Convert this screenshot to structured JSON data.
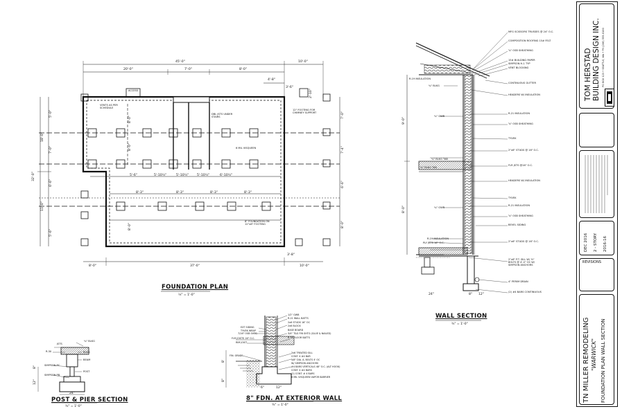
{
  "drawings": {
    "foundation_plan": {
      "title": "FOUNDATION PLAN",
      "scale": "¼\" = 1'-0\"",
      "dims_top": [
        "45'-0\"",
        "10'-0\"",
        "20'-0\"",
        "7'-0\"",
        "8'-0\"",
        "4'-8\"",
        "3'-6\"",
        "2'-10\""
      ],
      "dims_bottom": [
        "8'-0\"",
        "37'-0\"",
        "10'-0\"",
        "3'-8\""
      ],
      "dims_left": [
        "18'-0\"",
        "32'-0\"",
        "5'-0\"",
        "7'-0\"",
        "6'-6\"",
        "11'-0\"",
        "5'-6\""
      ],
      "dims_right": [
        "7'-0\"",
        "7'-4\"",
        "6'-6\"",
        "8'-0\""
      ],
      "dims_inner": [
        "5'-6\"",
        "5'-10½\"",
        "5'-10½\"",
        "5'-10½\"",
        "6'-10½\"",
        "8'-3\"",
        "8'-3\"",
        "8'-3\"",
        "8'-3\"",
        "8'-0\"",
        "8'-0\"",
        "8'-0\""
      ],
      "notes": [
        "VENTS AS PER SCHEDULE",
        "ACCESS",
        "DBL JSTS UNDER STAIRS",
        "12\" FOOTING FOR CHIMNEY SUPPORT",
        "6 MIL VISQUEEN",
        "8\" FOUNDATION ON 12\"x8\" FOOTING"
      ]
    },
    "wall_section": {
      "title": "WALL SECTION",
      "scale": "¾\" = 1'-0\"",
      "dims_left": [
        "9'-0\"",
        "8'-0\""
      ],
      "notes_left": [
        "R-19 INSULATION",
        "¾\" BLKG",
        "¾\" GWB",
        "¾\" GWB",
        "R-19 INSULATION",
        "PLY JSTS 16\" O.C."
      ],
      "notes_right": [
        "MFG SCISSORS TRUSSES @ 24\" O.C.",
        "COMPOSITION ROOFING 15# FELT",
        "⅝\" OSB SHEATHING",
        "15# BUILDING PAPER",
        "SIMPSON H-1 TYP",
        "VENT BLOCKING",
        "CONTINUOUS GUTTER",
        "HEADERS W/ INSULATION",
        "R-21 INSULATION",
        "⅝\" OSB SHEATHING",
        "TYVEK",
        "2\"x6\" STUDS @ 16\" O.C.",
        "FLR JSTS @16\" O.C.",
        "HEADERS W/ INSULATION",
        "TYVEK",
        "R-21 INSULATION",
        "⅝\" OSB SHEATHING",
        "BEVEL SIDING",
        "2\"x6\" STUDS @ 16\" O.C.",
        "2\"x6\" P.T. SILL W/ ½\" BOLTS @ 4'-0\" OC W/ SIMPSON ANCHORS",
        "4\" PERIM DRAIN",
        "(2) #4 BARS CONTINUOUS",
        "¾\" BLKG TAB",
        "¾\" BLKG TAB"
      ],
      "dims_bottom": [
        "24\"",
        "8\"",
        "12\""
      ]
    },
    "post_pier": {
      "title": "POST & PIER SECTION",
      "scale": "¾\" = 1'-0\"",
      "notes": [
        "JSTS",
        "¾\" BLKG",
        "R-30",
        "BLKG",
        "BEAM",
        "SIMPSON PC",
        "POST",
        "SIMPSON PB",
        "24\""
      ],
      "dims": [
        "8\"",
        "12\""
      ]
    },
    "fdn_section": {
      "title": "8\" FDN. AT EXTERIOR WALL",
      "scale": "¾\" = 1'-0\"",
      "notes": [
        "EXT SIDING",
        "TYVEK WRAP",
        "7/16\" OSB SHTG",
        "FLR JOISTS 16\" O.C.",
        "RIM JOIST",
        "FIN. GRADE",
        "1/2\" GWB",
        "R-21 WALL BATTS",
        "2x6 STUDS 16\" OC",
        "2x6 BLOCK",
        "BASE BOARD",
        "3/4\" T&G FIN SHTG (GLUE & NAILED)",
        "R-30 FLOOR BATTS",
        "2x6 TREATED SILL",
        "CONT. 4 #4 BAR",
        "5/8\" DIA. A. BOLTS 4' OC",
        "W/ SIMPSON ANCHORS",
        "#4 BARS VERTICALS 48\" O.C. (ALT HOOK)",
        "CONT. 4 #4 BARS",
        "(2) CONT. # 4 BARS",
        "6 MIL VISQUEEN VAPOR BARRIER"
      ],
      "dims": [
        "8'",
        "8\"",
        "6\"",
        "12\""
      ]
    }
  },
  "title_block": {
    "company_line1": "TOM HERSTAD",
    "company_line2": "BUILDING DESIGN INC.",
    "company_address": "PO BOX 123 • SEATTLE, WA • PH (206) 555-0100",
    "revisions_label": "REVISIONS",
    "date": "DEC 2016",
    "job_type": "2 - STORY",
    "job_number": "2016-16",
    "project_name": "TN MILLER REMODELING",
    "project_sub": "\"WARWICK\"",
    "sheet_title": "FOUNDATION PLAN WALL SECTION"
  },
  "colors": {
    "ink": "#111111",
    "paper": "#ffffff",
    "hatch": "#555555"
  }
}
